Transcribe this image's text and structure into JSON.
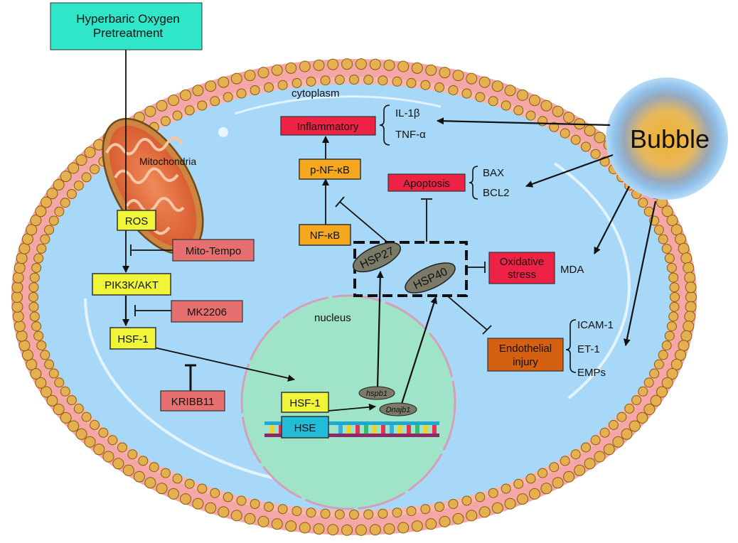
{
  "pretreatment": {
    "line1": "Hyperbaric Oxygen",
    "line2": "Pretreatment"
  },
  "compartments": {
    "cytoplasm": "cytoplasm",
    "mitochondria": "Mitochondria",
    "nucleus": "nucleus"
  },
  "bubble": "Bubble",
  "nodes": {
    "ros": "ROS",
    "pik3k_akt": "PIK3K/AKT",
    "hsf1": "HSF-1",
    "hsf1_nucleus": "HSF-1",
    "hse": "HSE",
    "nfkb": "NF-κB",
    "p_nfkb": "p-NF-κB",
    "hsp27": "HSP27",
    "hsp40": "HSP40",
    "hspb1": "hspb1",
    "dnajb1": "Dnajb1"
  },
  "inhibitors": {
    "mito_tempo": "Mito-Tempo",
    "mk2206": "MK2206",
    "kribb11": "KRIBB11"
  },
  "outcomes": {
    "inflammatory": "Inflammatory",
    "apoptosis": "Apoptosis",
    "oxidative_line1": "Oxidative",
    "oxidative_line2": "stress",
    "endothelial_line1": "Endothelial",
    "endothelial_line2": "injury"
  },
  "markers": {
    "il1b": "IL-1β",
    "tnfa": "TNF-α",
    "bax": "BAX",
    "bcl2": "BCL2",
    "mda": "MDA",
    "icam1": "ICAM-1",
    "et1": "ET-1",
    "emps": "EMPs"
  },
  "colors": {
    "cytoplasm": "#a8d8f8",
    "nucleus": "#9fe3c8",
    "membrane_head": "#f5a6a6",
    "bead": "#e5b050",
    "pretreatment": "#2fe6c8",
    "signal": "#f0f53a",
    "nfkb": "#f5a81e",
    "outcome_red": "#ee2244",
    "inhibitor": "#e67070",
    "endothelial": "#d46010",
    "hsp": "#7a7a66",
    "hse": "#22bcd8"
  }
}
